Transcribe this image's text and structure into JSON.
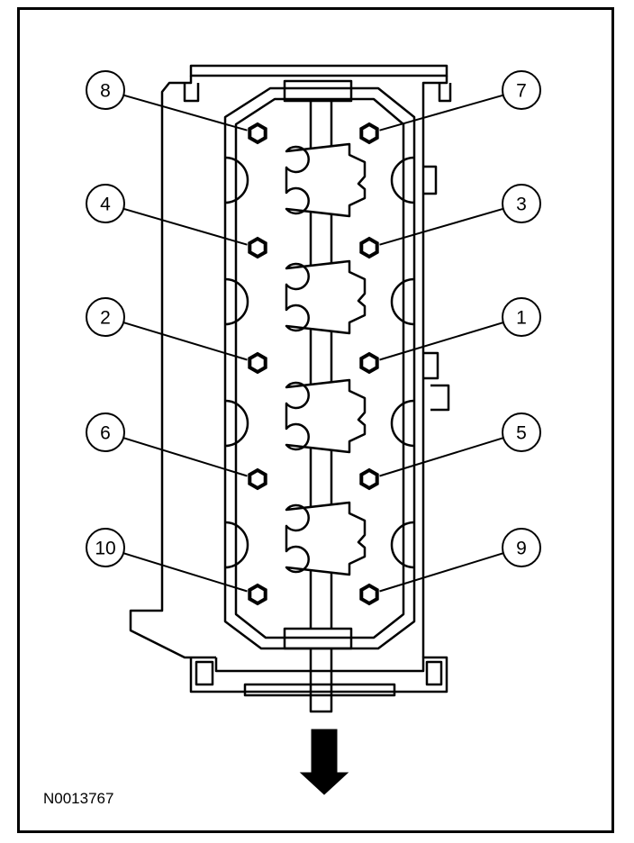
{
  "figure_id": "N0013767",
  "callouts": [
    "8",
    "7",
    "4",
    "3",
    "2",
    "1",
    "6",
    "5",
    "10",
    "9"
  ],
  "icons": {
    "bolt": "hex-bolt-icon",
    "arrow": "down-arrow-icon"
  }
}
